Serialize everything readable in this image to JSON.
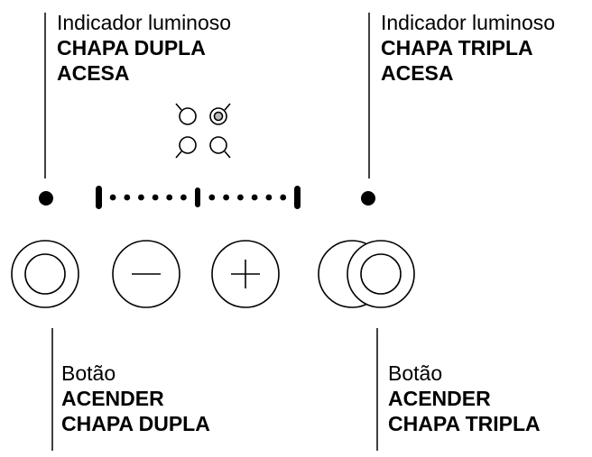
{
  "colors": {
    "ink": "#000000",
    "background": "#ffffff",
    "lit_indicator_fill": "#bbbbbb"
  },
  "labels": {
    "double_indicator": {
      "line1": "Indicador luminoso",
      "line2": "CHAPA DUPLA",
      "line3": "ACESA"
    },
    "triple_indicator": {
      "line1": "Indicador luminoso",
      "line2": "CHAPA TRIPLA",
      "line3": "ACESA"
    },
    "double_button": {
      "line1": "Botão",
      "line2": "ACENDER",
      "line3": "CHAPA DUPLA"
    },
    "triple_button": {
      "line1": "Botão",
      "line2": "ACENDER",
      "line3": "CHAPA TRIPLA"
    }
  },
  "icons": {
    "burner_selector": "burner-layout-icon",
    "minus": "minus-icon",
    "plus": "plus-icon"
  },
  "power_scale": {
    "dots_per_side": 6,
    "marks": [
      "min",
      "mid",
      "max"
    ]
  }
}
